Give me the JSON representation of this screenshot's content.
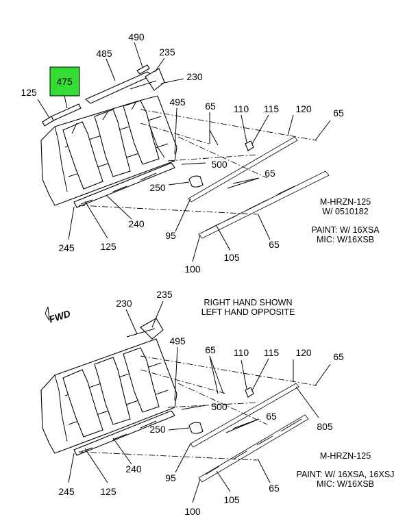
{
  "top_view": {
    "highlight": {
      "label": "475",
      "color": "#33dd33"
    },
    "callouts": {
      "c490": "490",
      "c485": "485",
      "c235": "235",
      "c230": "230",
      "c125a": "125",
      "c495": "495",
      "c65a": "65",
      "c110": "110",
      "c115": "115",
      "c120": "120",
      "c65b": "65",
      "c500": "500",
      "c65c": "65",
      "c250": "250",
      "c240": "240",
      "c245": "245",
      "c125b": "125",
      "c95": "95",
      "c65d": "65",
      "c105": "105",
      "c100": "100"
    },
    "notes": {
      "line1": "M-HRZN-125",
      "line2": "W/ 0510182",
      "line3": "PAINT: W/ 16XSA",
      "line4": "MIC: W/16XSB"
    }
  },
  "bottom_view": {
    "fwd_label": "FWD",
    "orientation_note_1": "RIGHT HAND SHOWN",
    "orientation_note_2": "LEFT HAND OPPOSITE",
    "callouts": {
      "c230": "230",
      "c235": "235",
      "c495": "495",
      "c65a": "65",
      "c110": "110",
      "c115": "115",
      "c120": "120",
      "c65b": "65",
      "c500": "500",
      "c65c": "65",
      "c250": "250",
      "c805": "805",
      "c240": "240",
      "c245": "245",
      "c125": "125",
      "c95": "95",
      "c65d": "65",
      "c105": "105",
      "c100": "100"
    },
    "notes": {
      "line1": "M-HRZN-125",
      "line2": "PAINT: W/ 16XSA, 16XSJ",
      "line3": "MIC: W/16XSB"
    }
  }
}
